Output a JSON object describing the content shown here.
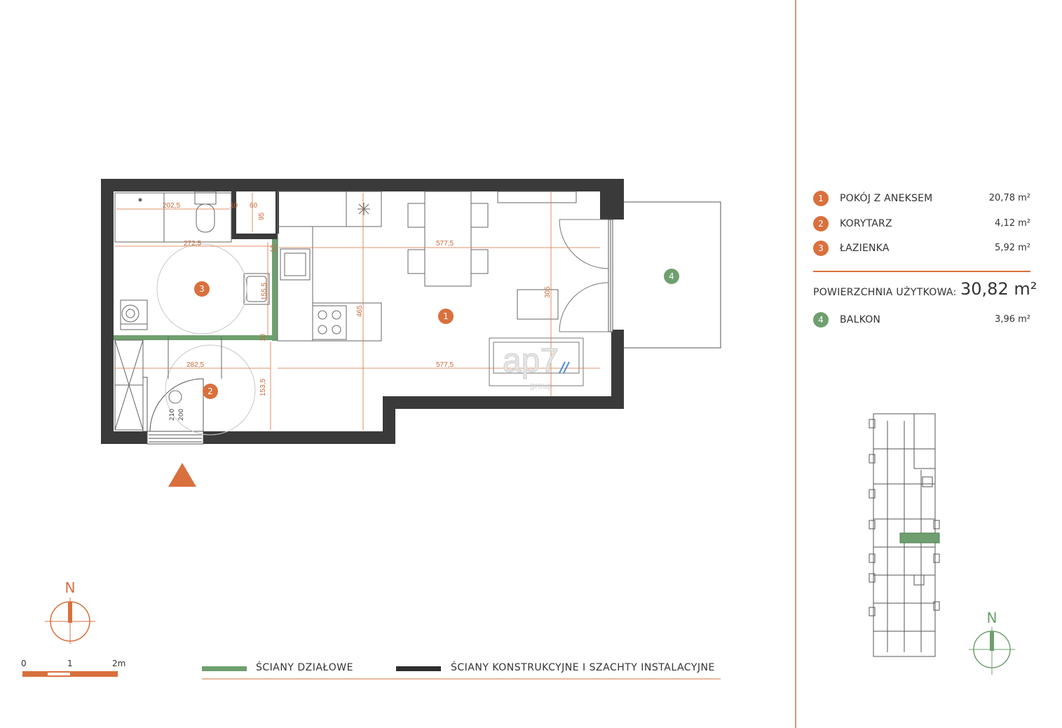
{
  "colors": {
    "accent": "#d9703d",
    "dimension": "#d9703d",
    "partition": "#6f9f6f",
    "structural": "#3a3a3a",
    "balcony_badge": "#6f9f6f"
  },
  "rooms": [
    {
      "number": "1",
      "name": "POKÓJ Z ANEKSEM",
      "area": "20,78 m²"
    },
    {
      "number": "2",
      "name": "KORYTARZ",
      "area": "4,12 m²"
    },
    {
      "number": "3",
      "name": "ŁAZIENKA",
      "area": "5,92 m²"
    }
  ],
  "usable_area": {
    "label": "POWIERZCHNIA UŻYTKOWA:",
    "value": "30,82 m²"
  },
  "balcony": {
    "number": "4",
    "name": "BALKON",
    "area": "3,96 m²"
  },
  "dimensions": {
    "d202": "202,5",
    "d10a": "10",
    "d60": "60",
    "d95": "95",
    "d272": "272,5",
    "d577a": "577,5",
    "d10b": "10",
    "d155": "155,5",
    "d465": "465",
    "d305": "305",
    "d10c": "10",
    "d282": "282,5",
    "d577b": "577,5",
    "d153": "153,5",
    "d210": "210",
    "d200": "200"
  },
  "logo": {
    "mark": "ap7",
    "sub": "group"
  },
  "compass": {
    "north": "N"
  },
  "scale": {
    "zero": "0",
    "one": "1",
    "two": "2m"
  },
  "legend": {
    "partition_walls": "ŚCIANY DZIAŁOWE",
    "structural_walls": "ŚCIANY KONSTRUKCYJNE I SZACHTY INSTALACYJNE"
  }
}
